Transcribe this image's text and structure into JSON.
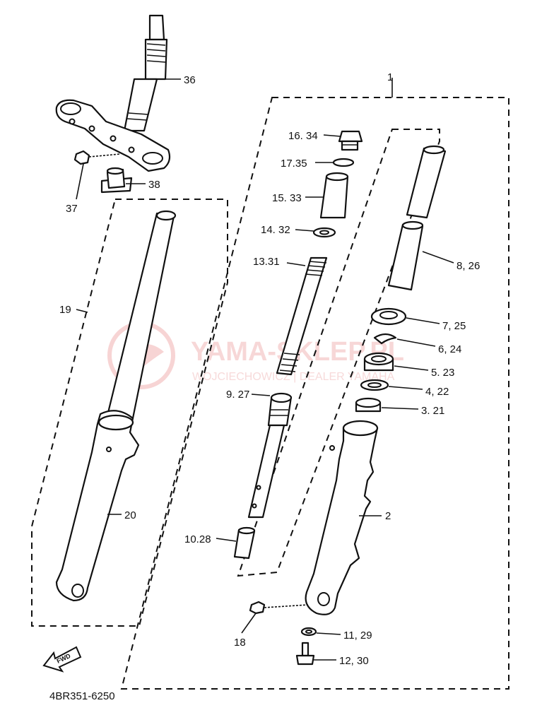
{
  "diagram_code": "4BR351-6250",
  "watermark": {
    "title": "YAMA-SKLEP.PL",
    "subtitle": "WOJCIECHOWICZ | DEALER YAMAHA"
  },
  "fwd_arrow": {
    "label": "FWD"
  },
  "parts": {
    "p1": "1",
    "p2": "2",
    "p3": "3. 21",
    "p4": "4, 22",
    "p5": "5. 23",
    "p6": "6, 24",
    "p7": "7, 25",
    "p8": "8, 26",
    "p9": "9. 27",
    "p10": "10.28",
    "p11": "11, 29",
    "p12": "12, 30",
    "p13": "13.31",
    "p14": "14. 32",
    "p15": "15. 33",
    "p16": "16. 34",
    "p17": "17.35",
    "p18": "18",
    "p19": "19",
    "p20": "20",
    "p36": "36",
    "p37": "37",
    "p38": "38"
  }
}
